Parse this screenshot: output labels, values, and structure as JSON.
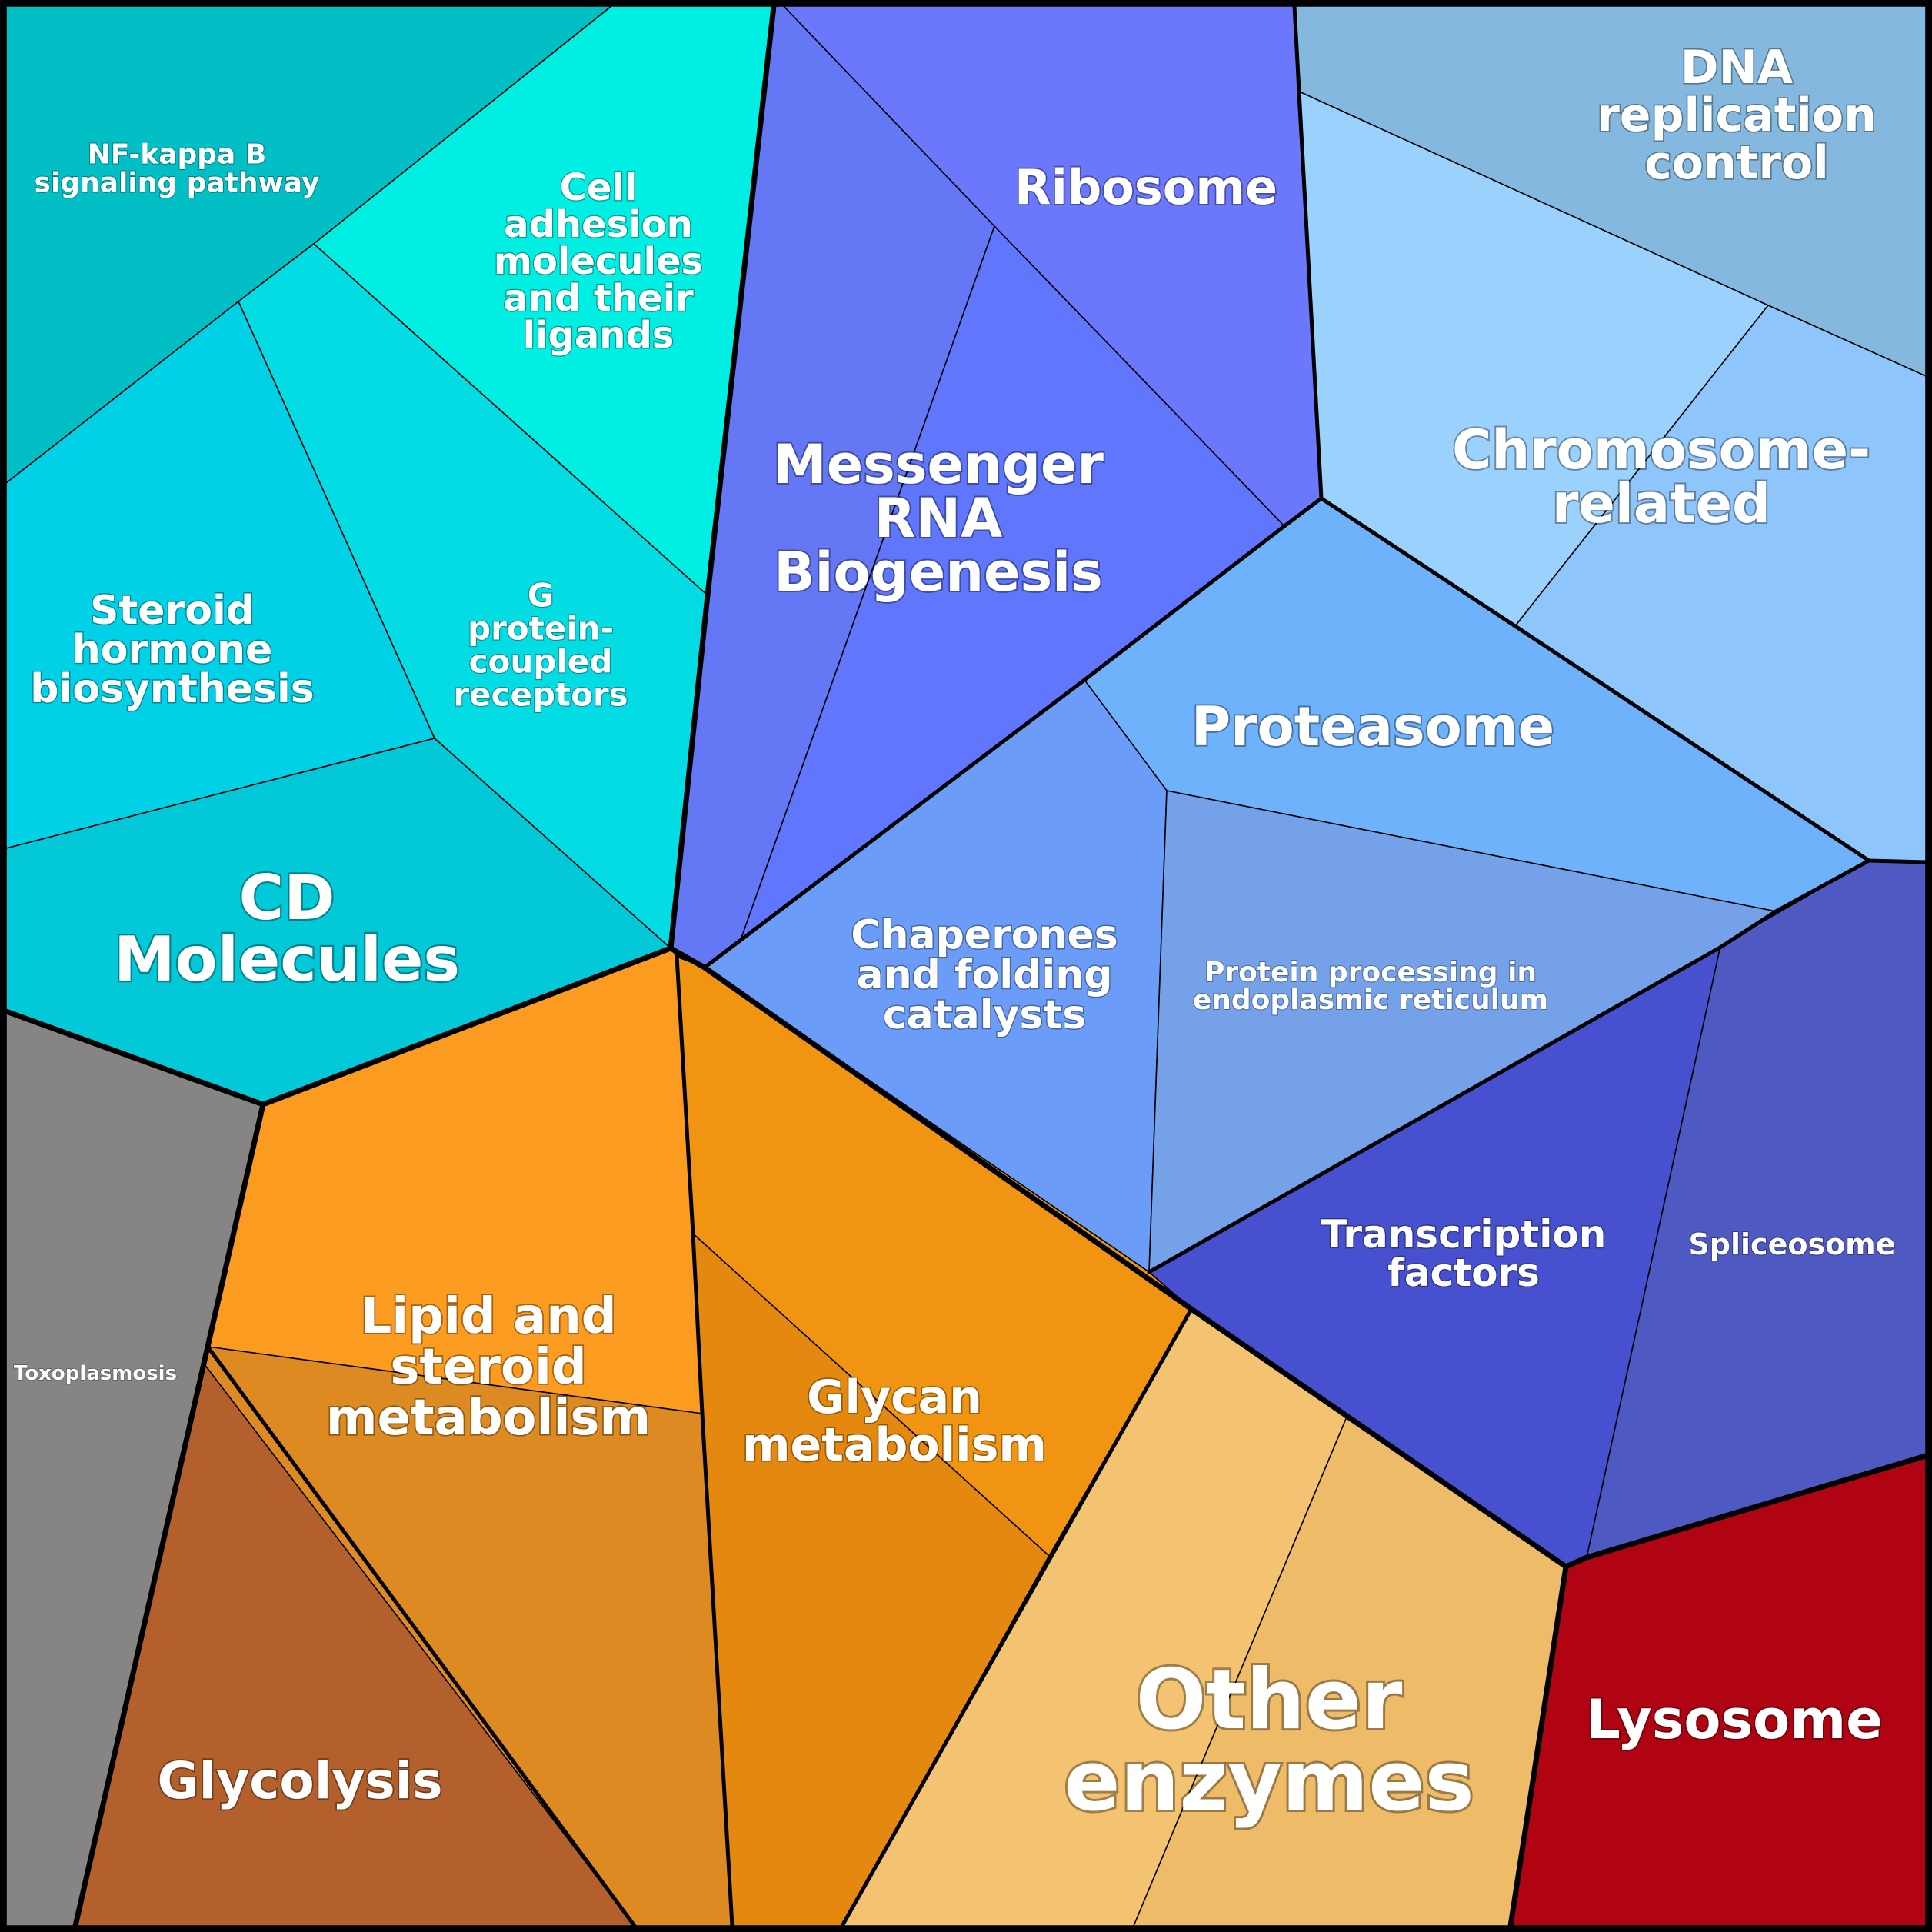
{
  "diagram": {
    "cells": [
      {
        "id": "nfkb",
        "color": "#02bfc6",
        "label": [
          "NF-kappa B",
          "signaling pathway"
        ]
      },
      {
        "id": "celladh",
        "color": "#00efe2",
        "label": [
          "Cell",
          "adhesion",
          "molecules",
          "and their",
          "ligands"
        ]
      },
      {
        "id": "gpcr",
        "color": "#03dce3",
        "label": [
          "G",
          "protein-",
          "coupled",
          "receptors"
        ]
      },
      {
        "id": "steroid",
        "color": "#00d1e7",
        "label": [
          "Steroid",
          "hormone",
          "biosynthesis"
        ]
      },
      {
        "id": "cd",
        "color": "#02c8d8",
        "label": [
          "CD",
          "Molecules"
        ]
      },
      {
        "id": "mrna_left",
        "color": "#6478f5",
        "label": []
      },
      {
        "id": "mrna",
        "color": "#5f76fd",
        "label": [
          "Messenger",
          "RNA",
          "Biogenesis"
        ]
      },
      {
        "id": "ribosome",
        "color": "#6b78fc",
        "label": [
          "Ribosome"
        ]
      },
      {
        "id": "dnarep",
        "color": "#84b8de",
        "label": [
          "DNA",
          "replication",
          "control"
        ]
      },
      {
        "id": "chrom_left",
        "color": "#9bd1fd",
        "label": []
      },
      {
        "id": "chrom",
        "color": "#8ec6fc",
        "label": [
          "Chromosome-",
          "related"
        ]
      },
      {
        "id": "proteasome",
        "color": "#6eb2fb",
        "label": [
          "Proteasome"
        ]
      },
      {
        "id": "chaperones",
        "color": "#6b9cf8",
        "label": [
          "Chaperones",
          "and folding",
          "catalysts"
        ]
      },
      {
        "id": "er",
        "color": "#74a1e8",
        "label": [
          "Protein processing in",
          "endoplasmic reticulum"
        ]
      },
      {
        "id": "tf",
        "color": "#4750cf",
        "label": [
          "Transcription",
          "factors"
        ]
      },
      {
        "id": "spliceosome",
        "color": "#4e59c2",
        "label": [
          "Spliceosome"
        ]
      },
      {
        "id": "toxo",
        "color": "#868584",
        "label": [
          "Toxoplasmosis"
        ]
      },
      {
        "id": "lipid_top",
        "color": "#fb9c20",
        "label": [
          "Lipid and",
          "steroid",
          "metabolism"
        ]
      },
      {
        "id": "lipid_bottom",
        "color": "#de8a22",
        "label": []
      },
      {
        "id": "glycolysis",
        "color": "#b4602d",
        "label": [
          "Glycolysis"
        ]
      },
      {
        "id": "glycan_top",
        "color": "#f09412",
        "label": []
      },
      {
        "id": "glycan",
        "color": "#e5880f",
        "label": [
          "Glycan",
          "metabolism"
        ]
      },
      {
        "id": "other_left",
        "color": "#f3c372",
        "label": []
      },
      {
        "id": "other",
        "color": "#eebb69",
        "label": [
          "Other",
          "enzymes"
        ]
      },
      {
        "id": "lysosome",
        "color": "#b10413",
        "label": [
          "Lysosome"
        ]
      }
    ]
  }
}
